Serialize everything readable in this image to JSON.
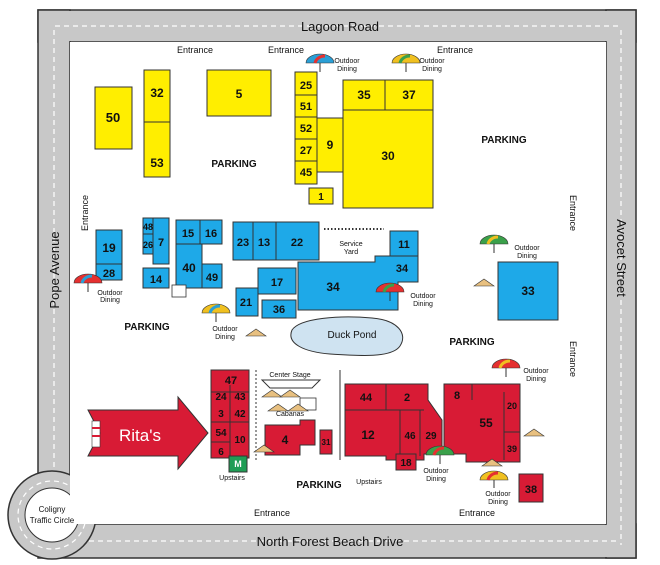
{
  "roads": {
    "north": "Lagoon Road",
    "south": "North Forest Beach Drive",
    "west": "Pope Avenue",
    "east": "Avocet Street",
    "circle": [
      "Coligny",
      "Traffic Circle"
    ]
  },
  "labels": {
    "entrance": "Entrance",
    "parking": "PARKING",
    "duck_pond": "Duck Pond",
    "center_stage": "Center Stage",
    "cabanas": "Cabanas",
    "service_yard": [
      "Service",
      "Yard"
    ],
    "upstairs": "Upstairs",
    "outdoor_dining": [
      "Outdoor",
      "Dining"
    ],
    "m": "M",
    "ritas": "Rita's"
  },
  "colors": {
    "yellow": "#ffee00",
    "blue": "#1ea9e8",
    "red": "#d81b35",
    "road": "#c8c8c8",
    "green": "#1f9d55"
  },
  "buildings": {
    "yellow": [
      "50",
      "32",
      "53",
      "5",
      "25",
      "51",
      "52",
      "27",
      "45",
      "1",
      "9",
      "35",
      "37",
      "30"
    ],
    "blue": [
      "48",
      "26",
      "7",
      "14",
      "15",
      "16",
      "40",
      "49",
      "19",
      "28",
      "23",
      "13",
      "22",
      "11",
      "34",
      "34",
      "17",
      "21",
      "36",
      "33"
    ],
    "red": [
      "47",
      "24",
      "43",
      "3",
      "42",
      "54",
      "10",
      "6",
      "4",
      "31",
      "44",
      "2",
      "12",
      "46",
      "29",
      "18",
      "8",
      "55",
      "20",
      "39",
      "38"
    ]
  }
}
